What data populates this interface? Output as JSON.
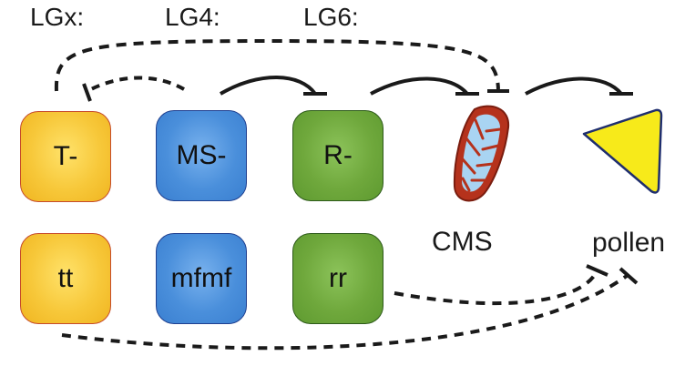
{
  "linkage_groups": [
    "LGx:",
    "LG4:",
    "LG6:"
  ],
  "genes": {
    "t_dominant": "T-",
    "t_recessive": "tt",
    "ms_dominant": "MS-",
    "ms_recessive": "mfmf",
    "r_dominant": "R-",
    "r_recessive": "rr"
  },
  "labels": {
    "cms": "CMS",
    "pollen": "pollen"
  },
  "colors": {
    "t_box": "#f7c83a",
    "ms_box": "#4a8fdb",
    "r_box": "#6fa83c",
    "mitochondrion_membrane": "#b5321c",
    "mitochondrion_matrix": "#a9d4f2",
    "pollen_triangle": "#f7ea1a",
    "arrows": "#1a1a1a"
  },
  "icons": {
    "mitochondrion": "mitochondrion-icon",
    "pollen": "triangle-icon"
  }
}
